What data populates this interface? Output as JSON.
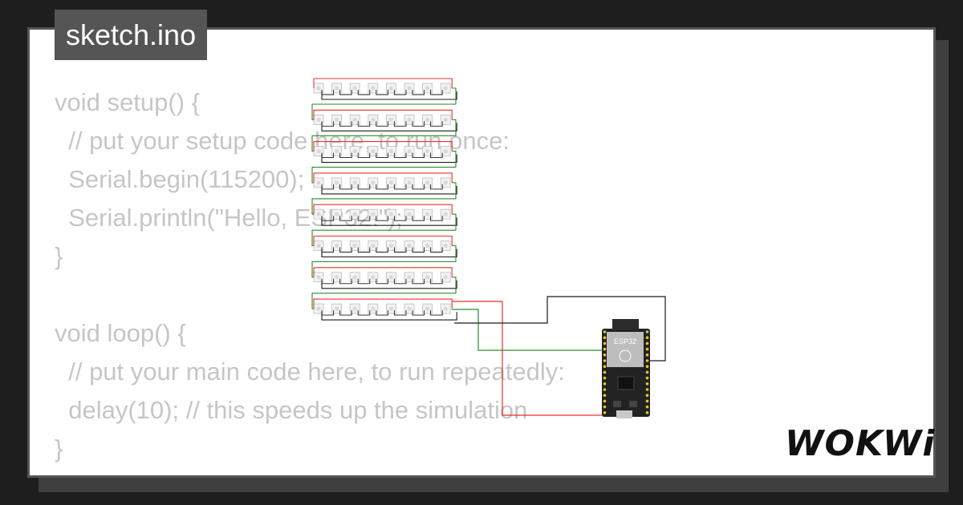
{
  "file_tab": {
    "label": "sketch.ino"
  },
  "code_lines": [
    "void setup() {",
    "  // put your setup code here, to run once:",
    "  Serial.begin(115200);",
    "  Serial.println(\"Hello, ESP32!\");",
    "}",
    "",
    "void loop() {",
    "  // put your main code here, to run repeatedly:",
    "  delay(10); // this speeds up the simulation",
    "}"
  ],
  "board": {
    "label": "ESP32"
  },
  "led_matrix": {
    "rows": 8,
    "cols": 8
  },
  "wire_colors": {
    "power": "#e8312f",
    "data": "#2b8a2b",
    "ground": "#1a1a1a"
  },
  "brand": {
    "logo": "WOKWi"
  }
}
